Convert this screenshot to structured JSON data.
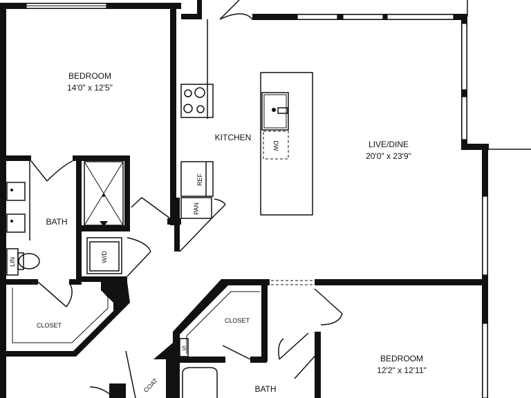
{
  "rooms": {
    "bedroom_main": {
      "name": "BEDROOM",
      "dims": "14'0\" x 12'5\""
    },
    "kitchen": {
      "name": "KITCHEN"
    },
    "live_dine": {
      "name": "LIVE/DINE",
      "dims": "20'0\" x 23'9\""
    },
    "bath_main": {
      "name": "BATH"
    },
    "closet_main": {
      "name": "CLOSET"
    },
    "closet_second": {
      "name": "CLOSET"
    },
    "bedroom_second": {
      "name": "BEDROOM",
      "dims": "12'2\" x 12'11\""
    },
    "bath_second": {
      "name": "BATH"
    },
    "coat": {
      "name": "COAT"
    }
  },
  "fixtures": {
    "ref": "REF",
    "pantry": "PAN",
    "dishwasher": "DW",
    "washer_dryer": "W/D",
    "linen": "LIN",
    "shelf": "S"
  },
  "colors": {
    "wall": "#111111",
    "background": "#ffffff"
  }
}
